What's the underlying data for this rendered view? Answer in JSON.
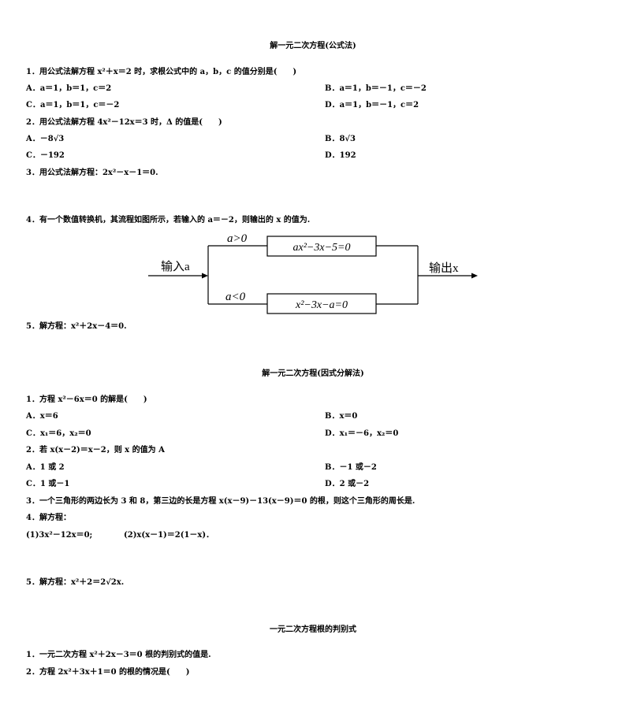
{
  "sections": [
    {
      "title": "解一元二次方程(公式法)",
      "q1": "1．用公式法解方程 x²＋x＝2 时，求根公式中的 a，b，c 的值分别是(　　)",
      "q1_opts": [
        "A．a＝1，b＝1，c＝2",
        "B．a＝1，b＝－1，c＝－2",
        "C．a＝1，b＝1，c＝－2",
        "D．a＝1，b＝－1，c＝2"
      ],
      "q2": "2．用公式法解方程 4x²－12x＝3 时，Δ 的值是(　　)",
      "q2_opts": [
        "A．－8√3",
        "B．8√3",
        "C．－192",
        "D．192"
      ],
      "q3": "3．用公式法解方程：2x²－x－1＝0.",
      "q4": "4．有一个数值转换机，其流程如图所示，若输入的 a＝－2，则输出的 x 的值为.",
      "q5": "5．解方程：x²＋2x－4＝0."
    },
    {
      "title": "解一元二次方程(因式分解法)",
      "q1": "1．方程 x²－6x＝0 的解是(　　)",
      "q1_opts": [
        "A．x＝6",
        "B．x＝0",
        "C．x₁＝6，x₂＝0",
        "D．x₁＝－6，x₂＝0"
      ],
      "q2": "2．若 x(x－2)＝x－2，则 x 的值为 A",
      "q2_opts": [
        "A．1 或 2",
        "B．－1 或－2",
        "C．1 或－1",
        "D．2 或－2"
      ],
      "q3": "3．一个三角形的两边长为 3 和 8，第三边的长是方程 x(x－9)－13(x－9)＝0 的根，则这个三角形的周长是.",
      "q4": "4．解方程：",
      "q4_a": "(1)3x²－12x＝0;",
      "q4_b": "(2)x(x－1)＝2(1－x)．",
      "q5": "5．解方程：x²＋2＝2√2x."
    },
    {
      "title": "一元二次方程根的判别式",
      "q1": "1．一元二次方程 x²＋2x－3＝0 根的判别式的值是.",
      "q2": "2．方程 2x²＋3x＋1＝0 的根的情况是(　　)"
    }
  ],
  "flowchart": {
    "input_label": "输入a",
    "output_label": "输出x",
    "top_condition": "a>0",
    "top_box": "ax²−3x−5=0",
    "bottom_condition": "a<0",
    "bottom_box": "x²−3x−a=0"
  }
}
